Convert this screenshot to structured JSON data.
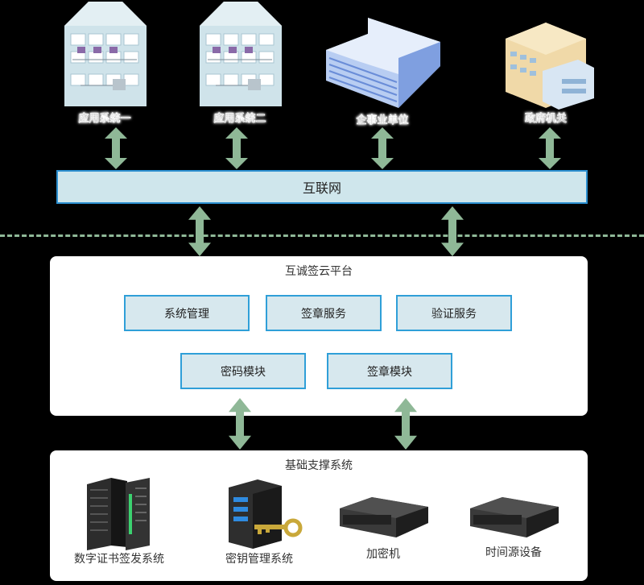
{
  "top_entities": [
    {
      "label": "应用系统一",
      "icon": "office-building-icon"
    },
    {
      "label": "应用系统二",
      "icon": "office-building-icon"
    },
    {
      "label": "企事业单位",
      "icon": "enterprise-building-icon"
    },
    {
      "label": "政府机关",
      "icon": "government-building-icon"
    }
  ],
  "internet": {
    "label": "互联网"
  },
  "platform": {
    "title": "互诚签云平台",
    "modules_row1": [
      "系统管理",
      "签章服务",
      "验证服务"
    ],
    "modules_row2": [
      "密码模块",
      "签章模块"
    ]
  },
  "infrastructure": {
    "title": "基础支撑系统",
    "devices": [
      {
        "label": "数字证书签发系统",
        "icon": "server-rack-icon"
      },
      {
        "label": "密钥管理系统",
        "icon": "key-server-icon"
      },
      {
        "label": "加密机",
        "icon": "encryption-machine-icon"
      },
      {
        "label": "时间源设备",
        "icon": "time-source-device-icon"
      }
    ]
  },
  "colors": {
    "arrow": "#8fb897",
    "module_border": "#2f9fd8",
    "module_fill": "#d7e8ee",
    "internet_fill": "#cfe6ec"
  }
}
